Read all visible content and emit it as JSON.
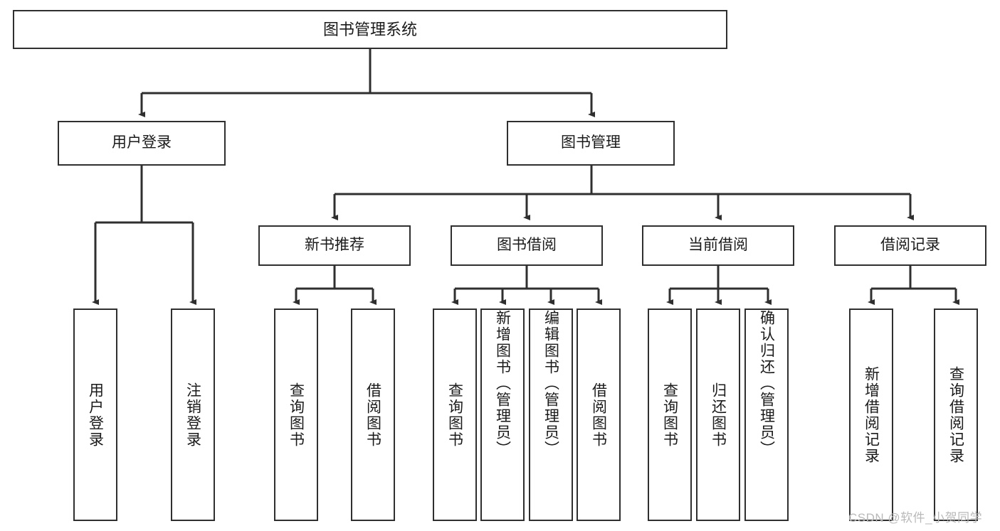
{
  "diagram": {
    "title": "图书管理系统",
    "type": "hierarchy-tree",
    "root": {
      "label": "图书管理系统"
    },
    "level2": [
      {
        "label": "用户登录"
      },
      {
        "label": "图书管理"
      }
    ],
    "level3": [
      {
        "label": "新书推荐"
      },
      {
        "label": "图书借阅"
      },
      {
        "label": "当前借阅"
      },
      {
        "label": "借阅记录"
      }
    ],
    "leaves": {
      "user_login": [
        {
          "label": "用户登录"
        },
        {
          "label": "注销登录"
        }
      ],
      "new_book_recommend": [
        {
          "label": "查询图书"
        },
        {
          "label": "借阅图书"
        }
      ],
      "book_borrow": [
        {
          "label": "查询图书"
        },
        {
          "label": "新增图书（管理员）"
        },
        {
          "label": "编辑图书（管理员）"
        },
        {
          "label": "借阅图书"
        }
      ],
      "current_borrow": [
        {
          "label": "查询图书"
        },
        {
          "label": "归还图书"
        },
        {
          "label": "确认归还（管理员）"
        }
      ],
      "borrow_record": [
        {
          "label": "新增借阅记录"
        },
        {
          "label": "查询借阅记录"
        }
      ]
    }
  },
  "watermark": {
    "text": "CSDN @软件_小贺同学"
  },
  "colors": {
    "stroke": "#2f2f2f",
    "background": "#ffffff",
    "text": "#1a1a1a",
    "watermark": "#b9b9b9"
  }
}
